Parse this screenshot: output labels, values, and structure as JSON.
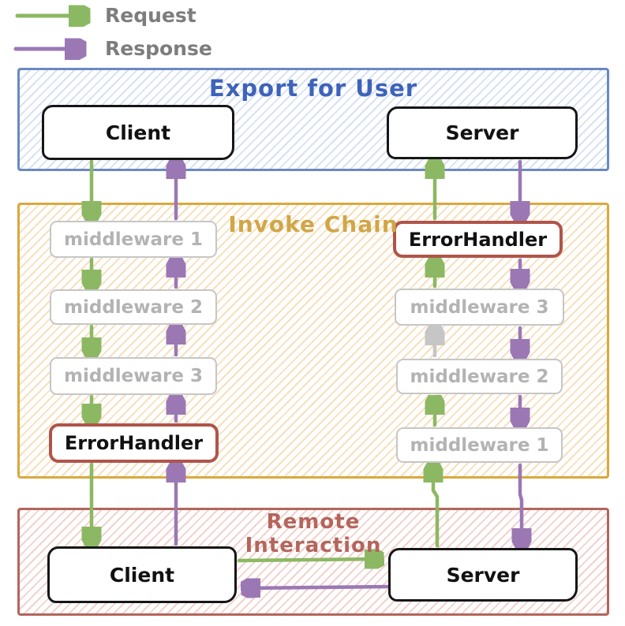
{
  "legend": {
    "request_label": "Request",
    "response_label": "Response"
  },
  "export_for_user": {
    "title": "Export for User",
    "client": "Client",
    "server": "Server"
  },
  "invoke_chain": {
    "title": "Invoke Chain",
    "left_chain": [
      "middleware 1",
      "middleware 2",
      "middleware 3",
      "ErrorHandler"
    ],
    "right_chain": [
      "ErrorHandler",
      "middleware 3",
      "middleware 2",
      "middleware 1"
    ]
  },
  "remote_interaction": {
    "title_line1": "Remote",
    "title_line2": "Interaction",
    "client": "Client",
    "server": "Server"
  },
  "colors": {
    "request_green": "#8cb863",
    "response_purple": "#9b78b4",
    "inactive_arrow_gray": "#c6c6c6",
    "export_border_blue": "#6b89c0",
    "export_title_blue": "#3d63bb",
    "invoke_border_orange": "#d9a93f",
    "invoke_title_gold": "#d0a648",
    "remote_border_red": "#b4655c",
    "errorhandler_border_red": "#b0544a",
    "middleware_gray": "#b3b3b3",
    "legend_text_gray": "#7d7d7d",
    "node_border_black": "#161616"
  }
}
